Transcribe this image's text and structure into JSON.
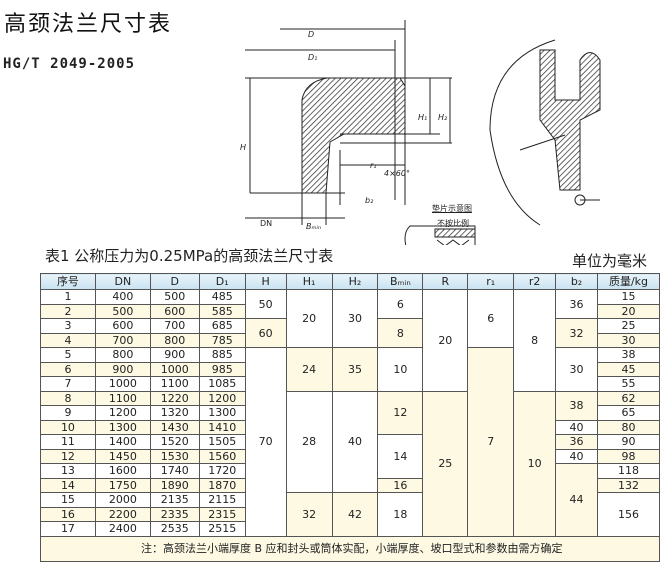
{
  "title": "高颈法兰尺寸表",
  "standard": "HG/T 2049-2005",
  "caption": "表1 公称压力为0.25MPa的高颈法兰尺寸表",
  "unit": "单位为毫米",
  "diagram": {
    "labels": {
      "D": "D",
      "D1": "D₁",
      "H": "H",
      "H1": "H₁",
      "H2": "H₂",
      "r1": "r₁",
      "angle": "4×60°",
      "b2": "b₂",
      "DN": "DN",
      "Bmin": "Bₘᵢₙ"
    },
    "gasket_title": "垫片示意图",
    "gasket_sub": "不按比例"
  },
  "table": {
    "headers": [
      "序号",
      "DN",
      "D",
      "D₁",
      "H",
      "H₁",
      "H₂",
      "Bₘᵢₙ",
      "R",
      "r₁",
      "r2",
      "b₂",
      "质量/kg"
    ],
    "columns": [
      [
        {
          "v": "1"
        },
        {
          "v": "2",
          "c": 1
        },
        {
          "v": "3"
        },
        {
          "v": "4",
          "c": 1
        },
        {
          "v": "5"
        },
        {
          "v": "6",
          "c": 1
        },
        {
          "v": "7"
        },
        {
          "v": "8",
          "c": 1
        },
        {
          "v": "9"
        },
        {
          "v": "10",
          "c": 1
        },
        {
          "v": "11"
        },
        {
          "v": "12",
          "c": 1
        },
        {
          "v": "13"
        },
        {
          "v": "14",
          "c": 1
        },
        {
          "v": "15"
        },
        {
          "v": "16",
          "c": 1
        },
        {
          "v": "17"
        }
      ],
      [
        {
          "v": "400"
        },
        {
          "v": "500",
          "c": 1
        },
        {
          "v": "600"
        },
        {
          "v": "700",
          "c": 1
        },
        {
          "v": "800"
        },
        {
          "v": "900",
          "c": 1
        },
        {
          "v": "1000"
        },
        {
          "v": "1100",
          "c": 1
        },
        {
          "v": "1200"
        },
        {
          "v": "1300",
          "c": 1
        },
        {
          "v": "1400"
        },
        {
          "v": "1450",
          "c": 1
        },
        {
          "v": "1600"
        },
        {
          "v": "1750",
          "c": 1
        },
        {
          "v": "2000"
        },
        {
          "v": "2200",
          "c": 1
        },
        {
          "v": "2400"
        }
      ],
      [
        {
          "v": "500"
        },
        {
          "v": "600",
          "c": 1
        },
        {
          "v": "700"
        },
        {
          "v": "800",
          "c": 1
        },
        {
          "v": "900"
        },
        {
          "v": "1000",
          "c": 1
        },
        {
          "v": "1100"
        },
        {
          "v": "1220",
          "c": 1
        },
        {
          "v": "1320"
        },
        {
          "v": "1430",
          "c": 1
        },
        {
          "v": "1520"
        },
        {
          "v": "1530",
          "c": 1
        },
        {
          "v": "1740"
        },
        {
          "v": "1890",
          "c": 1
        },
        {
          "v": "2135"
        },
        {
          "v": "2335",
          "c": 1
        },
        {
          "v": "2535"
        }
      ],
      [
        {
          "v": "485"
        },
        {
          "v": "585",
          "c": 1
        },
        {
          "v": "685"
        },
        {
          "v": "785",
          "c": 1
        },
        {
          "v": "885"
        },
        {
          "v": "985",
          "c": 1
        },
        {
          "v": "1085"
        },
        {
          "v": "1200",
          "c": 1
        },
        {
          "v": "1300"
        },
        {
          "v": "1410",
          "c": 1
        },
        {
          "v": "1505"
        },
        {
          "v": "1560",
          "c": 1
        },
        {
          "v": "1720"
        },
        {
          "v": "1870",
          "c": 1
        },
        {
          "v": "2115"
        },
        {
          "v": "2315",
          "c": 1
        },
        {
          "v": "2515"
        }
      ],
      [
        {
          "v": "50",
          "s": 2
        },
        {
          "v": "60",
          "s": 2,
          "c": 1
        },
        {
          "v": "70",
          "s": 13
        }
      ],
      [
        {
          "v": "20",
          "s": 4
        },
        {
          "v": "24",
          "s": 3,
          "c": 1
        },
        {
          "v": "28",
          "s": 7
        },
        {
          "v": "32",
          "s": 3,
          "c": 1
        }
      ],
      [
        {
          "v": "30",
          "s": 4
        },
        {
          "v": "35",
          "s": 3,
          "c": 1
        },
        {
          "v": "40",
          "s": 7
        },
        {
          "v": "42",
          "s": 3,
          "c": 1
        }
      ],
      [
        {
          "v": "6",
          "s": 2
        },
        {
          "v": "8",
          "s": 2,
          "c": 1
        },
        {
          "v": "10",
          "s": 3
        },
        {
          "v": "12",
          "s": 3,
          "c": 1
        },
        {
          "v": "14",
          "s": 3
        },
        {
          "v": "16",
          "s": 1,
          "c": 1
        },
        {
          "v": "18",
          "s": 3
        }
      ],
      [
        {
          "v": "20",
          "s": 7
        },
        {
          "v": "25",
          "s": 10,
          "c": 1
        }
      ],
      [
        {
          "v": "6",
          "s": 4
        },
        {
          "v": "7",
          "s": 13,
          "c": 1
        }
      ],
      [
        {
          "v": "8",
          "s": 7
        },
        {
          "v": "10",
          "s": 10,
          "c": 1
        }
      ],
      [
        {
          "v": "36",
          "s": 2
        },
        {
          "v": "32",
          "s": 2,
          "c": 1
        },
        {
          "v": "30",
          "s": 3
        },
        {
          "v": "38",
          "s": 2,
          "c": 1
        },
        {
          "v": "40",
          "s": 1
        },
        {
          "v": "36",
          "s": 1,
          "c": 1
        },
        {
          "v": "40",
          "s": 1
        },
        {
          "v": "44",
          "s": 5,
          "c": 1
        }
      ],
      [
        {
          "v": "15"
        },
        {
          "v": "20",
          "c": 1
        },
        {
          "v": "25"
        },
        {
          "v": "30",
          "c": 1
        },
        {
          "v": "38"
        },
        {
          "v": "45",
          "c": 1
        },
        {
          "v": "55"
        },
        {
          "v": "62",
          "c": 1
        },
        {
          "v": "65"
        },
        {
          "v": "80",
          "c": 1
        },
        {
          "v": "90"
        },
        {
          "v": "98",
          "c": 1
        },
        {
          "v": "118"
        },
        {
          "v": "132",
          "c": 1
        },
        {
          "v": "156",
          "s": 3
        }
      ]
    ],
    "note": "注：高颈法兰小端厚度 B 应和封头或筒体实配，小端厚度、坡口型式和参数由需方确定"
  }
}
